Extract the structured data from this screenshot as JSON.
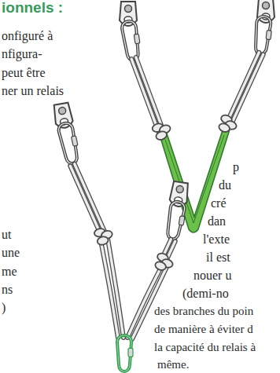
{
  "diagram": {
    "title": "ionnels :",
    "labels": [
      "onfiguré à",
      "nfigura-",
      "peut être",
      "ner un relais",
      "ut",
      "une",
      "me",
      "ns",
      ")",
      "p",
      "du",
      "cré",
      "dan",
      "l'exte",
      "il est",
      "nouer u",
      "(demi-no",
      "des branches du poin",
      "de manière à éviter d",
      "la capacité du relais à",
      "même."
    ]
  }
}
